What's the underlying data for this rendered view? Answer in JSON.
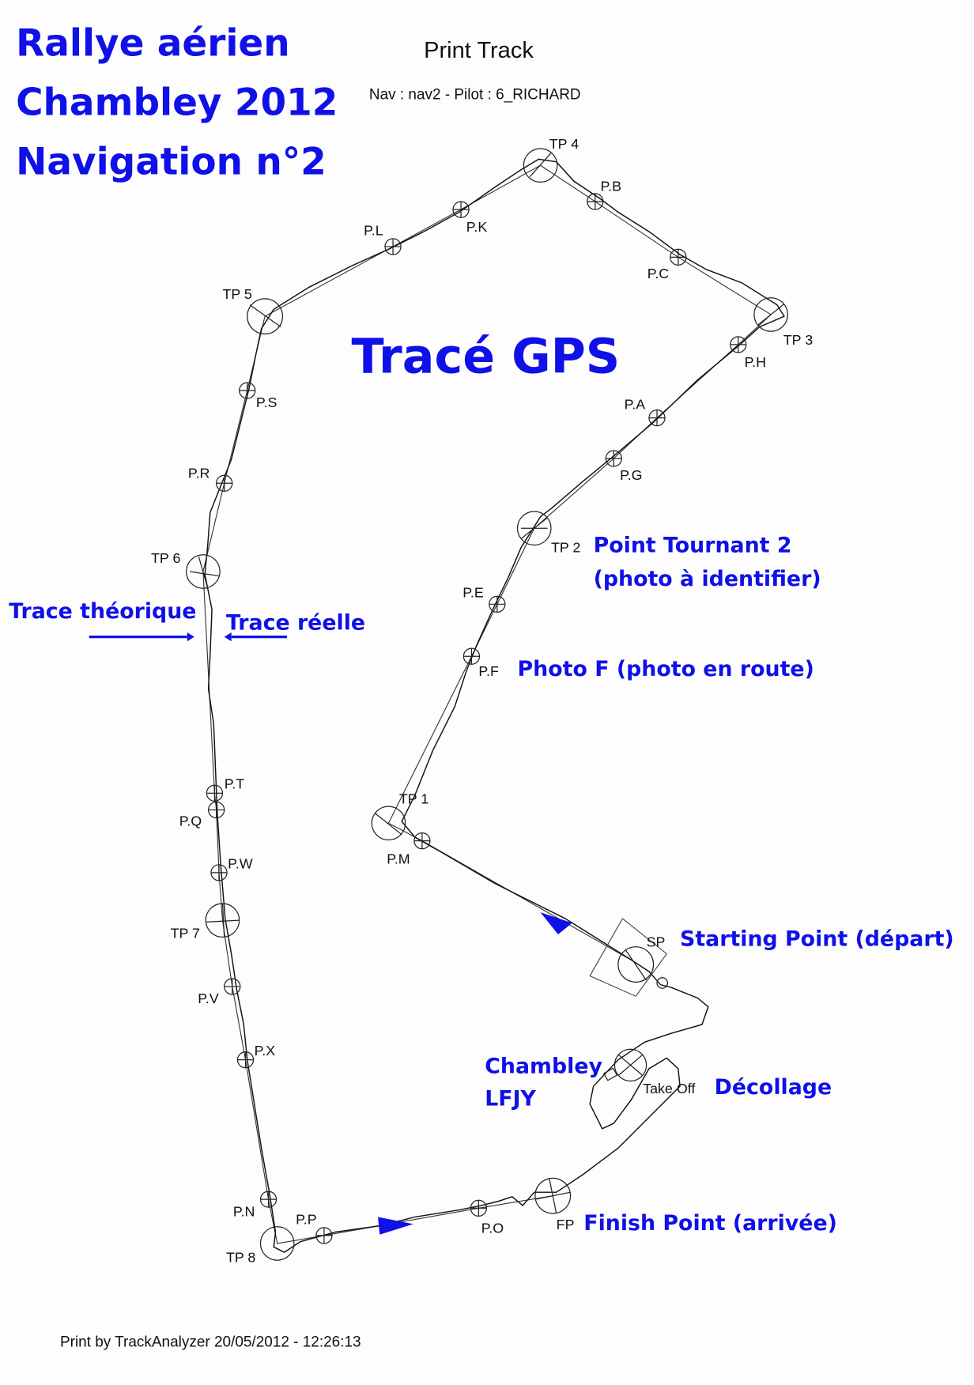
{
  "header": {
    "title_lines": [
      "Rallye aérien",
      "Chambley 2012",
      "Navigation n°2"
    ],
    "print_title": "Print Track",
    "nav_info": "Nav : nav2 - Pilot : 6_RICHARD"
  },
  "annotations": {
    "trace_gps": "Tracé GPS",
    "point_tournant_2": "Point Tournant 2",
    "photo_identifier": "(photo à identifier)",
    "photo_f": "Photo F (photo en route)",
    "trace_theorique": "Trace théorique",
    "trace_reelle": "Trace réelle",
    "starting_point": "Starting Point (départ)",
    "airfield_name": "Chambley",
    "airfield_code": "LFJY",
    "decollage": "Décollage",
    "finish_point": "Finish Point (arrivée)"
  },
  "waypoints": {
    "sp": "SP",
    "tp1": "TP 1",
    "tp2": "TP 2",
    "tp3": "TP 3",
    "tp4": "TP 4",
    "tp5": "TP 5",
    "tp6": "TP 6",
    "tp7": "TP 7",
    "tp8": "TP 8",
    "fp": "FP",
    "takeoff": "Take Off"
  },
  "photo_points": {
    "pm": "P.M",
    "pf": "P.F",
    "pe": "P.E",
    "pg": "P.G",
    "pa": "P.A",
    "ph": "P.H",
    "pc": "P.C",
    "pb": "P.B",
    "pk": "P.K",
    "pl": "P.L",
    "ps": "P.S",
    "pr": "P.R",
    "pt": "P.T",
    "pq": "P.Q",
    "pw": "P.W",
    "pv": "P.V",
    "px": "P.X",
    "pn": "P.N",
    "pp": "P.P",
    "po": "P.O"
  },
  "footer": {
    "print_by": "Print by TrackAnalyzer  20/05/2012 - 12:26:13"
  },
  "colors": {
    "annotation": "#1010e8",
    "track": "#222222"
  }
}
